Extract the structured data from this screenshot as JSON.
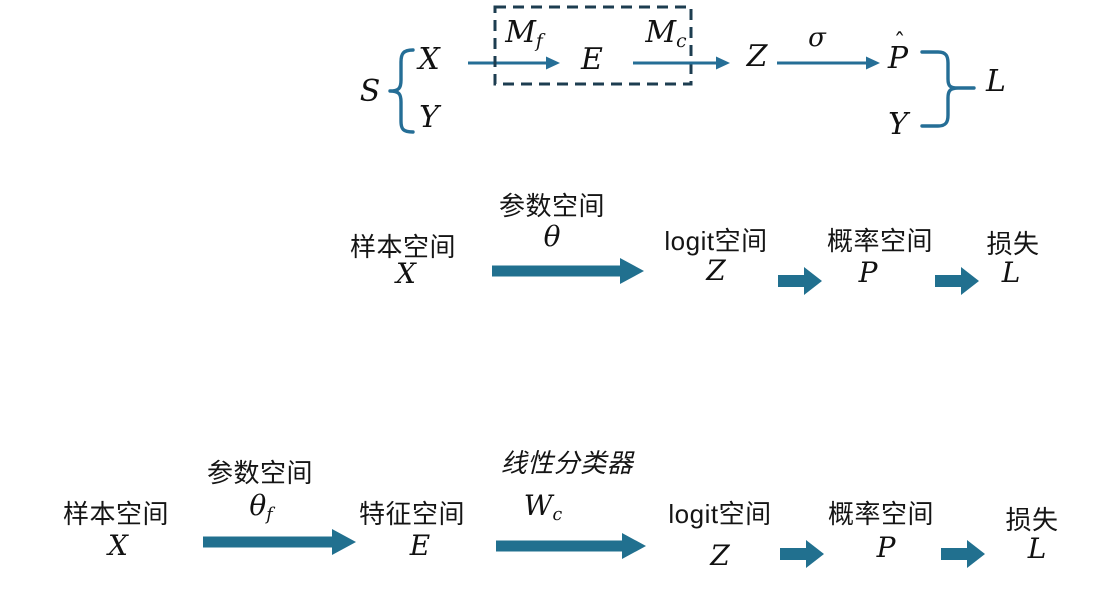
{
  "colors": {
    "arrow_teal": "#21708F",
    "thin_teal": "#256E96",
    "box_navy": "#1D3D50"
  },
  "top_flow": {
    "set_symbol": "S",
    "input_symbol": "X",
    "label_symbol": "Y",
    "map_feature_base": "M",
    "map_feature_sub": "f",
    "embedding_symbol": "E",
    "map_classifier_base": "M",
    "map_classifier_sub": "c",
    "logit_symbol": "Z",
    "sigma_label": "σ",
    "pred_hat": "ˆ",
    "pred_base": "P",
    "target_symbol": "Y",
    "loss_symbol": "L"
  },
  "middle_flow": {
    "nodes": [
      {
        "label": "样本空间",
        "symbol": "X"
      },
      {
        "label": "logit空间",
        "symbol": "Z"
      },
      {
        "label": "概率空间",
        "symbol": "P"
      },
      {
        "label": "损失",
        "symbol": "L"
      }
    ],
    "arrow_label": "参数空间",
    "arrow_symbol": "θ"
  },
  "bottom_flow": {
    "nodes": [
      {
        "label": "样本空间",
        "symbol": "X"
      },
      {
        "label": "特征空间",
        "symbol": "E"
      },
      {
        "label": "logit空间",
        "symbol": "Z"
      },
      {
        "label": "概率空间",
        "symbol": "P"
      },
      {
        "label": "损失",
        "symbol": "L"
      }
    ],
    "arrow1_label": "参数空间",
    "arrow1_symbol_base": "θ",
    "arrow1_symbol_sub": "f",
    "arrow2_label": "线性分类器",
    "arrow2_symbol_base": "W",
    "arrow2_symbol_sub": "c"
  }
}
